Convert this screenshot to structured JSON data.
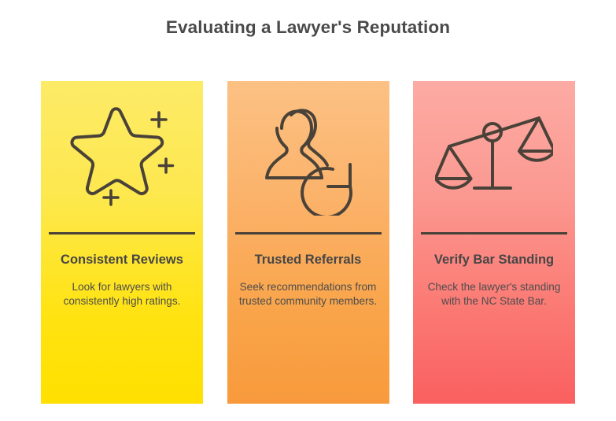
{
  "header": {
    "title": "Evaluating a Lawyer's Reputation"
  },
  "colors": {
    "background": "#ffffff",
    "title_text": "#4a4a4a",
    "body_text": "#4d4d4d",
    "icon_stroke": "#4a4238",
    "card1_top": "#fdeb67",
    "card1_bottom": "#ffe000",
    "card2_top": "#fcc184",
    "card2_bottom": "#f89a3c",
    "card3_top": "#fcaba4",
    "card3_bottom": "#fa6060"
  },
  "cards": [
    {
      "id": "consistent-reviews",
      "icon": "star-sparkle-icon",
      "title": "Consistent Reviews",
      "description": "Look for lawyers with consistently high ratings."
    },
    {
      "id": "trusted-referrals",
      "icon": "two-people-refresh-icon",
      "title": "Trusted Referrals",
      "description": "Seek recommendations from trusted community members."
    },
    {
      "id": "verify-bar-standing",
      "icon": "scales-of-justice-icon",
      "title": "Verify Bar Standing",
      "description": "Check the lawyer's standing with the NC State Bar."
    }
  ]
}
